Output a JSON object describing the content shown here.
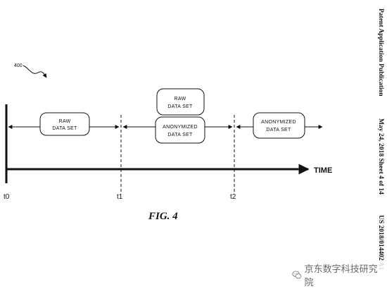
{
  "figure": {
    "ref_number": "400",
    "caption": "FIG. 4",
    "axis_label": "TIME",
    "ticks": [
      "t0",
      "t1",
      "t2"
    ],
    "boxes": {
      "raw_1": [
        "RAW",
        "DATA SET"
      ],
      "raw_2": [
        "RAW",
        "DATA SET"
      ],
      "anon_1": [
        "ANONYMIZED",
        "DATA SET"
      ],
      "anon_2": [
        "ANONYMIZED",
        "DATA SET"
      ]
    }
  },
  "header": {
    "title": "Patent Application Publication",
    "date_sheet": "May 24, 2018  Sheet 4 of 14",
    "pub_number": "US 2018/014402 A1"
  },
  "watermark": {
    "text": "京东数字科技研究院",
    "icon": "wechat-icon"
  }
}
